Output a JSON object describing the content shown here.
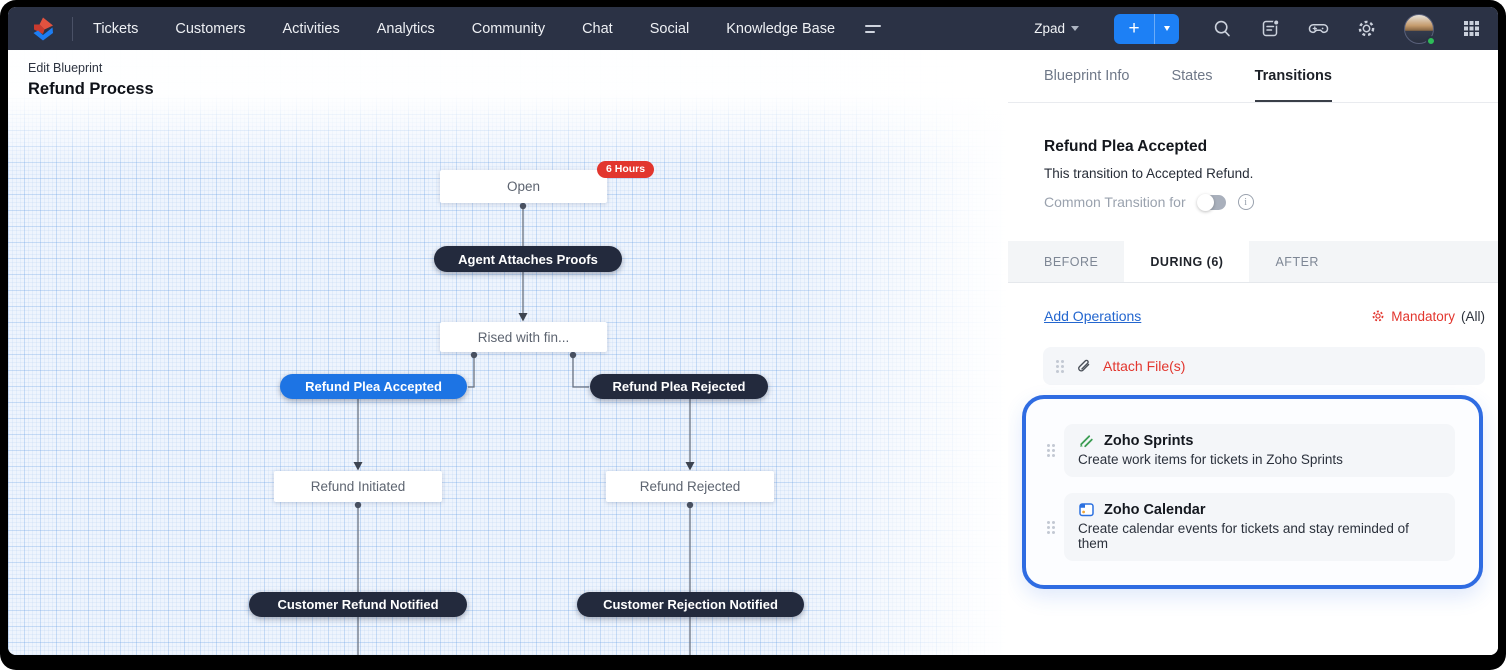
{
  "topbar": {
    "brand": "zoho-desk-logo",
    "menu": [
      "Tickets",
      "Customers",
      "Activities",
      "Analytics",
      "Community",
      "Chat",
      "Social",
      "Knowledge Base"
    ],
    "org_label": "Zpad",
    "add_button": "+",
    "icons": [
      "search-icon",
      "release-notes-icon",
      "gamescope-icon",
      "settings-gear-icon",
      "user-avatar",
      "app-grid-icon"
    ],
    "colors": {
      "bar": "#2b3245",
      "accent": "#1d80f5",
      "status_online": "#2ebd59"
    }
  },
  "canvas": {
    "kicker": "Edit Blueprint",
    "title": "Refund Process",
    "sla_badge": "6 Hours",
    "colors": {
      "grid": "#d9e7f8",
      "state_pill_dark": "#232a3d",
      "state_pill_selected": "#1d74e4",
      "sla_red": "#e2362e"
    }
  },
  "flow": {
    "nodes": {
      "open": "Open",
      "agent_attaches": "Agent Attaches Proofs",
      "rised": "Rised with fin...",
      "plea_accepted": "Refund Plea Accepted",
      "plea_rejected": "Refund Plea Rejected",
      "initiated": "Refund Initiated",
      "rejected": "Refund Rejected",
      "cust_refund": "Customer Refund Notified",
      "cust_rejection": "Customer Rejection Notified"
    }
  },
  "panel": {
    "tabs": [
      {
        "label": "Blueprint Info"
      },
      {
        "label": "States"
      },
      {
        "label": "Transitions"
      }
    ],
    "active_tab": "Transitions",
    "heading": "Refund Plea Accepted",
    "subtitle": "This transition to Accepted Refund.",
    "common_label": "Common Transition for",
    "common_toggle_state": "off",
    "stage_tabs": [
      {
        "label": "BEFORE"
      },
      {
        "label": "DURING (6)"
      },
      {
        "label": "AFTER"
      }
    ],
    "active_stage_tab": "DURING (6)",
    "operations": {
      "add_link": "Add Operations",
      "mandatory_label": "Mandatory",
      "mandatory_scope": "(All)",
      "items": [
        {
          "icon": "paperclip-icon",
          "label": "Attach File(s)"
        }
      ],
      "highlighted": [
        {
          "icon": "zoho-sprints-icon",
          "title": "Zoho Sprints",
          "desc": "Create work items for tickets in Zoho Sprints"
        },
        {
          "icon": "zoho-calendar-icon",
          "title": "Zoho Calendar",
          "desc": "Create calendar events for tickets and stay reminded of them"
        }
      ],
      "highlight_border_color": "#2f6ce2",
      "mandatory_color": "#e2362e",
      "link_color": "#2366cf"
    }
  }
}
